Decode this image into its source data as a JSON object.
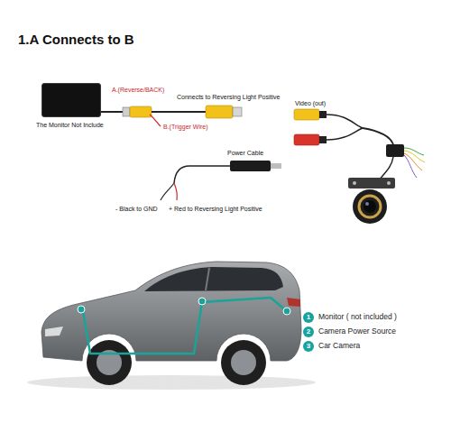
{
  "diagram": {
    "title": "1.A Connects to B",
    "nodes": [
      {
        "text": [
          "The Monitor Not Include"
        ]
      }
    ],
    "labels": [
      "A.(Reverse/BACK)",
      "Connects to Reversing Light Positive",
      "B.(Trigger Wire)",
      "Power Cable",
      "- Black to GND",
      "+ Red to Reversing Light Positive",
      "Video (out)",
      "1",
      "Monitor ( not included )",
      "2",
      "Camera Power Source",
      "3",
      "Car Camera"
    ]
  }
}
